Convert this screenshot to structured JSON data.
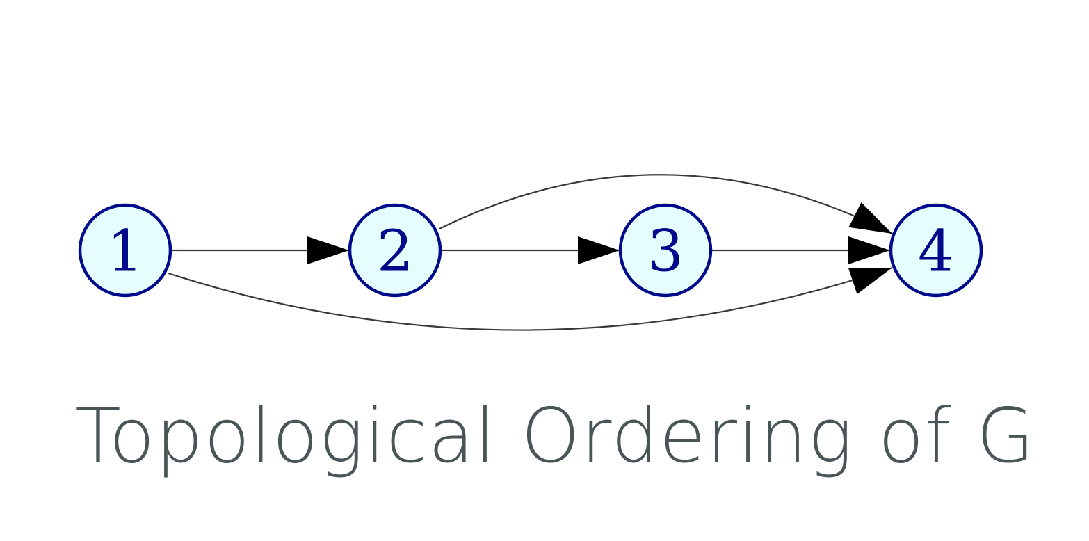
{
  "graph": {
    "nodes": [
      {
        "id": "1",
        "label": "1"
      },
      {
        "id": "2",
        "label": "2"
      },
      {
        "id": "3",
        "label": "3"
      },
      {
        "id": "4",
        "label": "4"
      }
    ],
    "edges": [
      {
        "from": "1",
        "to": "2"
      },
      {
        "from": "2",
        "to": "3"
      },
      {
        "from": "3",
        "to": "4"
      },
      {
        "from": "2",
        "to": "4"
      },
      {
        "from": "1",
        "to": "4"
      }
    ],
    "colors": {
      "node_fill": "#e6fdff",
      "node_stroke": "#000b8c",
      "node_text": "#00098a",
      "edge": "#3a3a3a",
      "caption": "#4a5558"
    }
  },
  "caption": "Topological Ordering of G"
}
